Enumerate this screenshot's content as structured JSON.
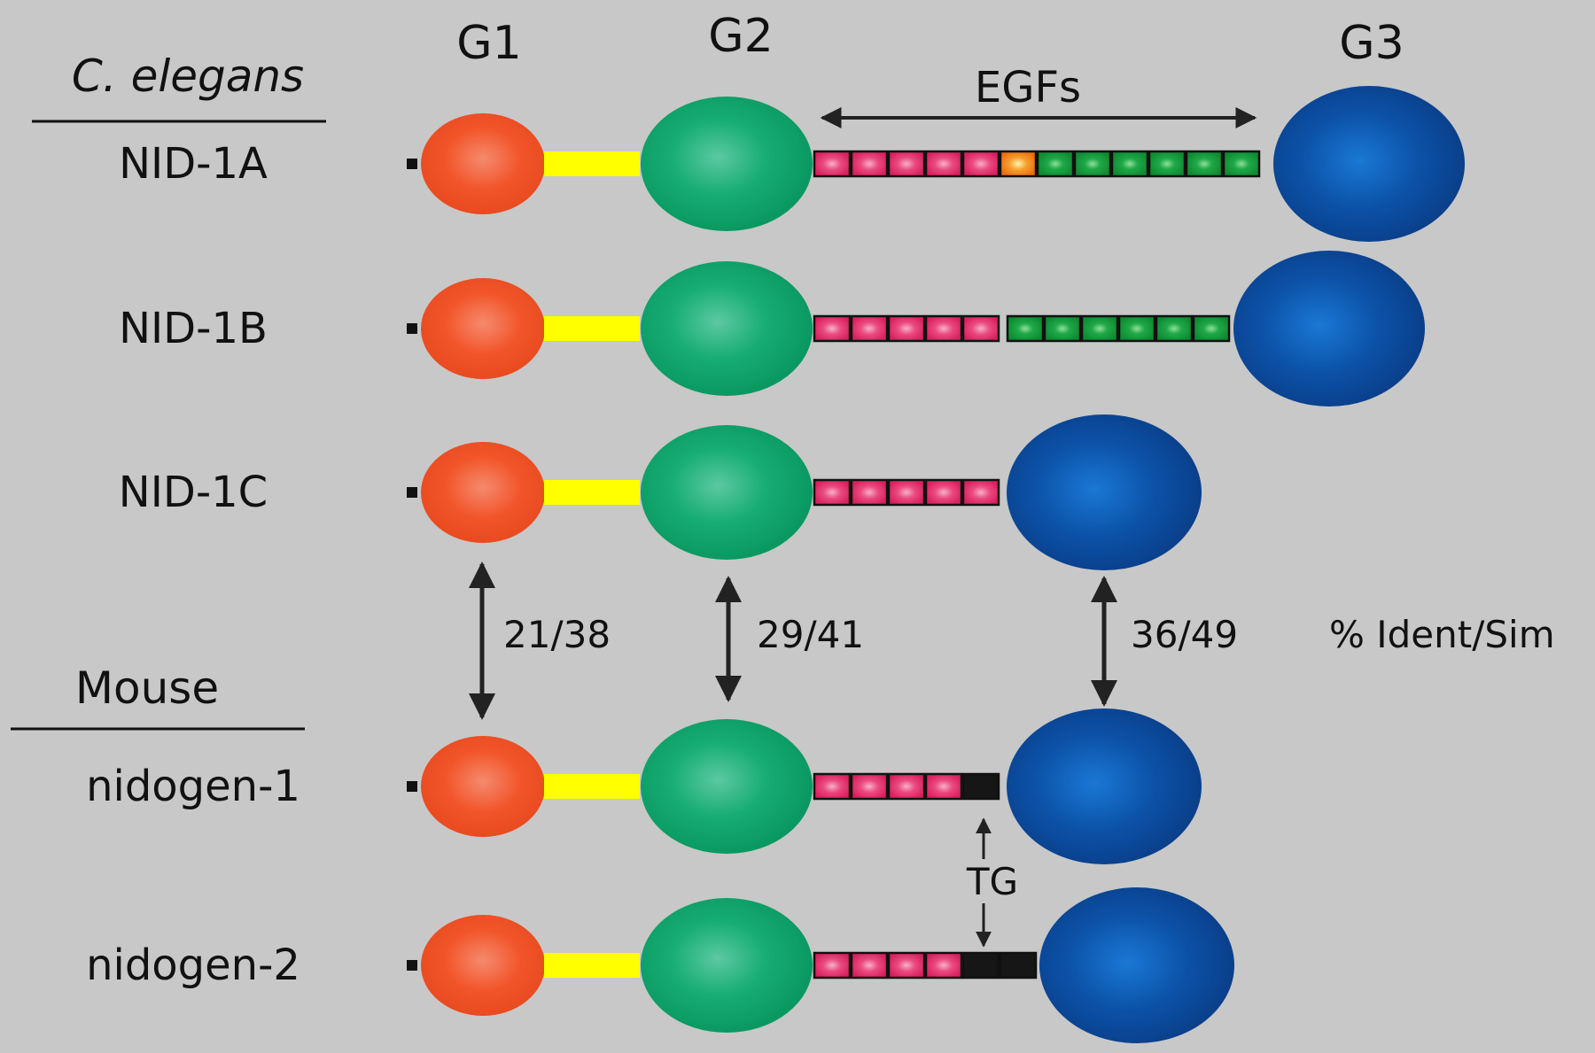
{
  "header": {
    "domain_labels": [
      "G1",
      "G2",
      "G3"
    ],
    "egf_label": "EGFs"
  },
  "groups": {
    "celegans": "C. elegans",
    "mouse": "Mouse"
  },
  "proteins": [
    {
      "name": "NID-1A",
      "egf_repeats": [
        "pink",
        "pink",
        "pink",
        "pink",
        "pink",
        "orange",
        "green",
        "green",
        "green",
        "green",
        "green",
        "green"
      ]
    },
    {
      "name": "NID-1B",
      "egf_repeats": [
        "pink",
        "pink",
        "pink",
        "pink",
        "pink",
        "gap",
        "green",
        "green",
        "green",
        "green",
        "green",
        "green"
      ]
    },
    {
      "name": "NID-1C",
      "egf_repeats": [
        "pink",
        "pink",
        "pink",
        "pink",
        "pink"
      ]
    },
    {
      "name": "nidogen-1",
      "egf_repeats": [
        "pink",
        "pink",
        "pink",
        "pink",
        "tg"
      ]
    },
    {
      "name": "nidogen-2",
      "egf_repeats": [
        "pink",
        "pink",
        "pink",
        "pink",
        "tg",
        "tg"
      ]
    }
  ],
  "identity": {
    "g1": "21/38",
    "g2": "29/41",
    "g3": "36/49",
    "legend": "% Ident/Sim"
  },
  "tg_label": "TG",
  "colors": {
    "background": "#c8c8c8",
    "g1_domain": "#f2552a",
    "linker": "#ffff00",
    "g2_domain": "#0fa36a",
    "g3_domain": "#0b4ea0",
    "egf_pink": "#e8326e",
    "egf_green": "#139a3c",
    "egf_orange": "#f07a12",
    "tg_black": "#161616"
  }
}
